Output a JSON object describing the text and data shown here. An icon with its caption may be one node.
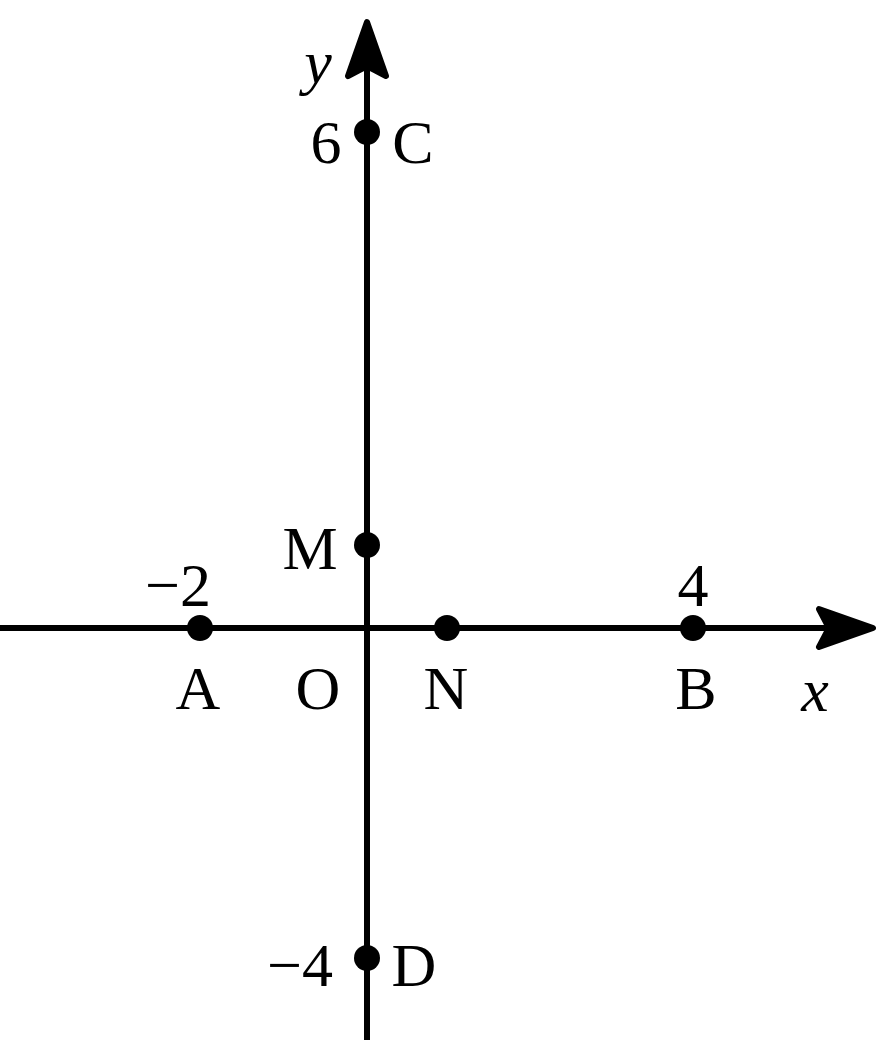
{
  "diagram": {
    "labels": [
      "y",
      "6",
      "C",
      "M",
      "−2",
      "4",
      "A",
      "O",
      "N",
      "B",
      "x",
      "−4",
      "D"
    ]
  }
}
